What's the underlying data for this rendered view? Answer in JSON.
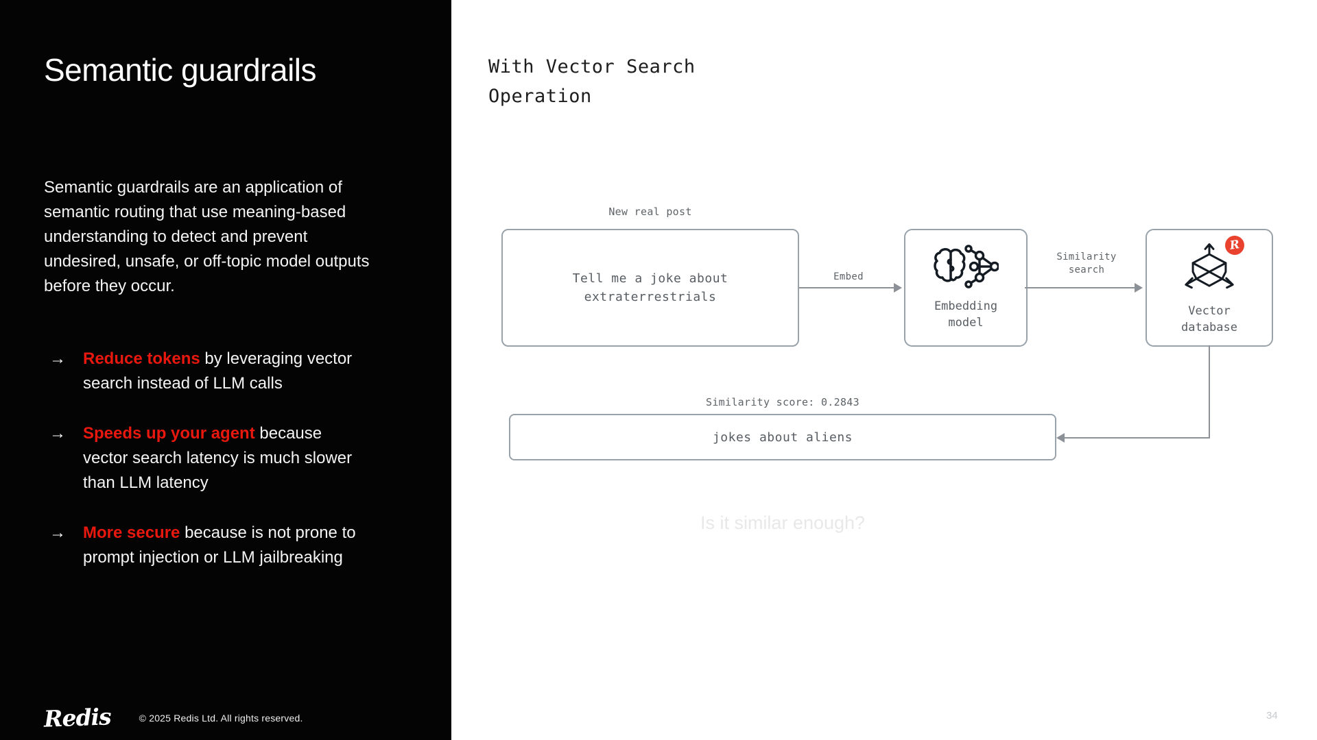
{
  "left_panel": {
    "title": "Semantic guardrails",
    "description": "Semantic guardrails are an application of semantic routing that use meaning-based understanding to detect and prevent undesired, unsafe, or off-topic model outputs before they occur.",
    "bullets": [
      {
        "arrow": "→",
        "highlight": "Reduce tokens",
        "rest": " by leveraging vector search instead of LLM calls"
      },
      {
        "arrow": "→",
        "highlight": "Speeds up your agent",
        "rest": " because vector search latency is much slower than LLM latency"
      },
      {
        "arrow": "→",
        "highlight": "More secure",
        "rest": " because is not prone to prompt injection or LLM jailbreaking"
      }
    ],
    "footer": {
      "logo": "Redis",
      "copyright": "© 2025 Redis Ltd. All rights reserved."
    }
  },
  "main": {
    "heading": "With Vector Search\nOperation",
    "diagram": {
      "input_label": "New real post",
      "input_text": "Tell me a joke about\nextraterrestrials",
      "embed_arrow_label": "Embed",
      "embedding_box_label": "Embedding\nmodel",
      "similarity_arrow_label": "Similarity\nsearch",
      "vector_db_label": "Vector\ndatabase",
      "badge_glyph": "R",
      "score_label": "Similarity score: 0.2843",
      "result_text": "jokes about aliens"
    },
    "faint_question": "Is it similar enough?",
    "page_number": "34"
  },
  "icons": {
    "embedding_model": "brain-network-icon",
    "vector_database": "cube-axes-icon",
    "vector_database_badge": "redis-badge-icon",
    "bullet_marker": "arrow-right-icon",
    "brand": "redis-logo"
  },
  "colors": {
    "panel_background": "#040404",
    "accent_red": "#e8180e",
    "badge_red": "#e9432f",
    "box_border": "#99a2a9",
    "diagram_text": "#575d63",
    "arrow_gray": "#8c9197",
    "faint_text": "#e8e8e8",
    "icon_stroke": "#141b22"
  }
}
